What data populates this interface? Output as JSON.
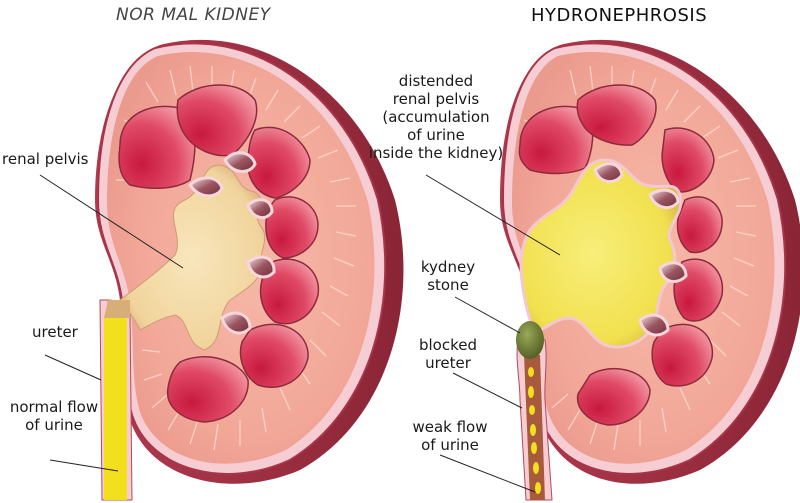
{
  "titles": {
    "left": "NOR   MAL KIDNEY",
    "right": "HYDRONEPHROSIS"
  },
  "left_kidney": {
    "labels": {
      "renal_pelvis": "renal pelvis",
      "ureter": "ureter",
      "normal_flow": "normal flow\nof urine"
    }
  },
  "right_kidney": {
    "labels": {
      "distended_pelvis": "distended\nrenal pelvis\n(accumulation\nof urine\ninside the kidney)",
      "kidney_stone": "kydney\nstone",
      "blocked_ureter": "blocked\nureter",
      "weak_flow": "weak flow\nof urine"
    }
  },
  "colors": {
    "cortex": "#f2a99b",
    "cortex_light": "#f7c9b9",
    "capsule": "#c2465a",
    "capsule_dark": "#8e2a3c",
    "capsule_inner": "#f8d4dc",
    "pyramid": "#d42a4e",
    "pelvis_normal": "#f3dca8",
    "pelvis_hydro": "#f4e35a",
    "urine": "#f2e01e",
    "stone": "#7b8a3a",
    "calyx": "#7d3a44"
  }
}
